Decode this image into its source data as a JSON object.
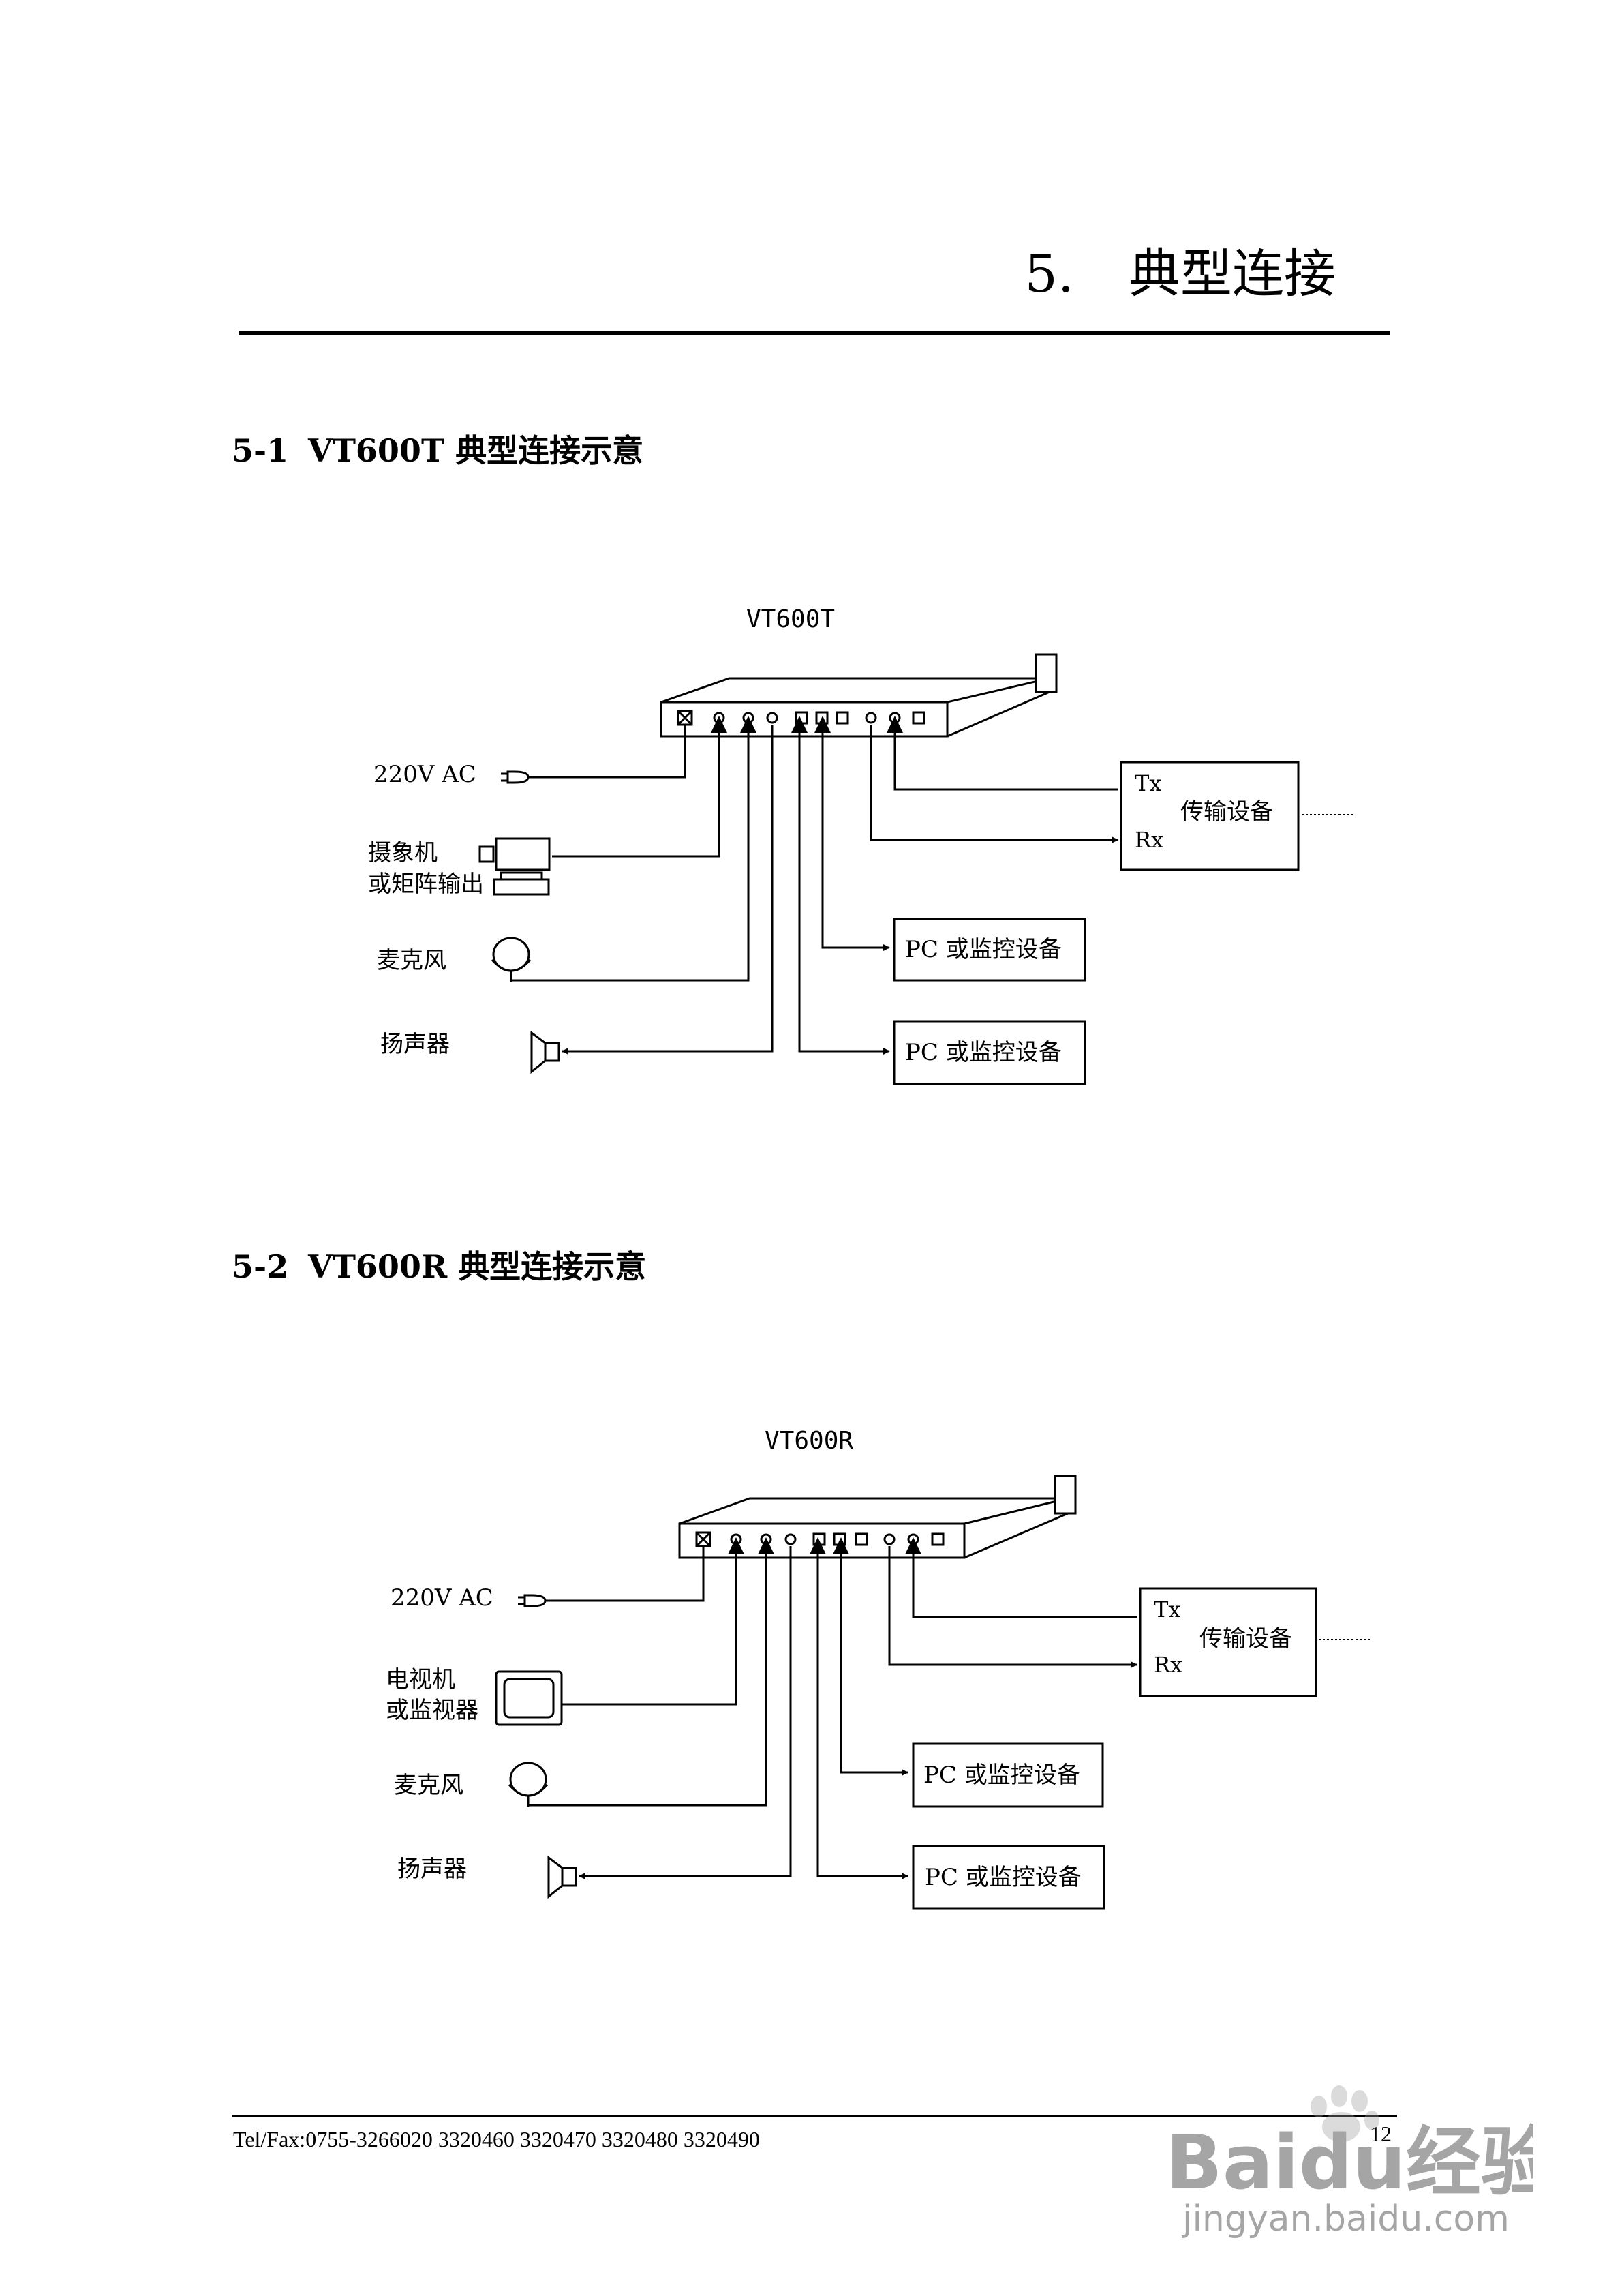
{
  "header": {
    "chapter_number": "5.",
    "chapter_title": "典型连接"
  },
  "sections": [
    {
      "number": "5-1",
      "title": "VT600T 典型连接示意",
      "device": "VT600T",
      "power": "220V AC",
      "video_label_line1": "摄象机",
      "video_label_line2": "或矩阵输出",
      "mic": "麦克风",
      "speaker": "扬声器",
      "trans_tx": "Tx",
      "trans_rx": "Rx",
      "trans_name": "传输设备",
      "pc1": "PC  或监控设备",
      "pc2": "PC  或监控设备"
    },
    {
      "number": "5-2",
      "title": "VT600R 典型连接示意",
      "device": "VT600R",
      "power": "220V AC",
      "video_label_line1": "电视机",
      "video_label_line2": "或监视器",
      "mic": "麦克风",
      "speaker": "扬声器",
      "trans_tx": "Tx",
      "trans_rx": "Rx",
      "trans_name": "传输设备",
      "pc1": "PC  或监控设备",
      "pc2": "PC  或监控设备"
    }
  ],
  "footer": {
    "contact": "Tel/Fax:0755-3266020 3320460 3320470 3320480 3320490",
    "page_number": "12"
  },
  "watermark": {
    "brand": "Baidu经验",
    "url": "jingyan.baidu.com"
  }
}
